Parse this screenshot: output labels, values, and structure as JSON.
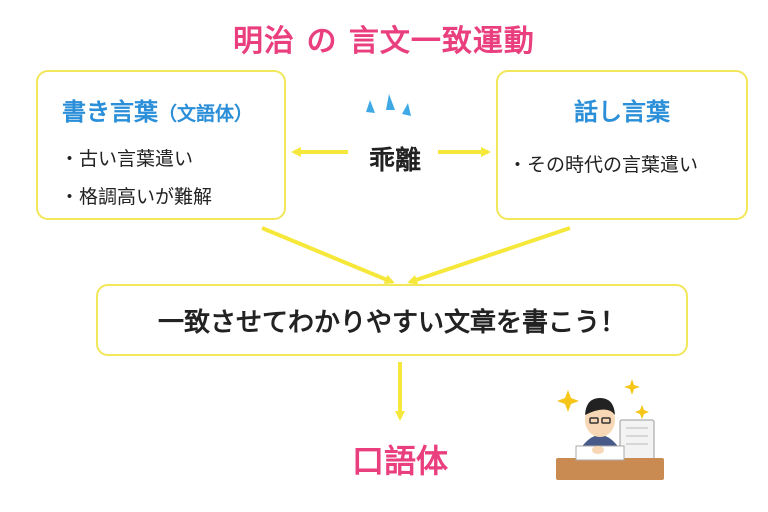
{
  "title": "明治 の 言文一致運動",
  "left_box": {
    "heading": "書き言葉",
    "heading_sub": "（文語体）",
    "items": [
      "・古い言葉遣い",
      "・格調高いが難解"
    ]
  },
  "right_box": {
    "heading": "話し言葉",
    "items": [
      "・その時代の言葉遣い"
    ]
  },
  "divergence_label": "乖離",
  "center_box": {
    "text": "一致させてわかりやすい文章を書こう！"
  },
  "result_label": "口語体",
  "colors": {
    "title": "#ea3f7e",
    "heading": "#2a8fd8",
    "box_border": "#f2e65a",
    "arrow": "#f5e83a",
    "burst": "#3fa9e6"
  },
  "illustration": "person-writing-at-desk"
}
